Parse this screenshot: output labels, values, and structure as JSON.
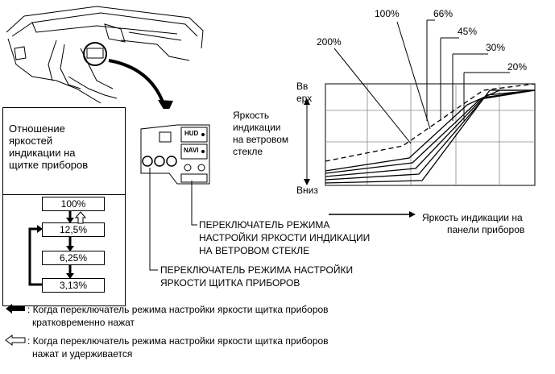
{
  "ratio_panel": {
    "title_lines": [
      "Отношение",
      "яркостей",
      "индикации на",
      "щитке приборов"
    ],
    "steps": [
      "100%",
      "12,5%",
      "6,25%",
      "3,13%"
    ]
  },
  "switch_panel": {
    "hud": "HUD",
    "navi": "NAVI"
  },
  "callouts": {
    "hud_switch_lines": [
      "ПЕРЕКЛЮЧАТЕЛЬ РЕЖИМА",
      "НАСТРОЙКИ ЯРКОСТИ ИНДИКАЦИИ",
      "НА ВЕТРОВОМ СТЕКЛЕ"
    ],
    "panel_switch_lines": [
      "ПЕРЕКЛЮЧАТЕЛЬ РЕЖИМА НАСТРОЙКИ",
      "ЯРКОСТИ ЩИТКА ПРИБОРОВ"
    ]
  },
  "legend": {
    "filled_arrow_lines": [
      ": Когда переключатель режима настройки яркости щитка приборов",
      "кратковременно нажат"
    ],
    "hollow_arrow_lines": [
      ": Когда переключатель режима настройки яркости щитка приборов",
      "нажат и удерживается"
    ]
  },
  "chart_data": {
    "type": "line",
    "ylabel_lines": [
      "Яркость",
      "индикации",
      "на ветровом",
      "стекле"
    ],
    "y_top_lines": [
      "Вв",
      "ерх"
    ],
    "y_bottom": "Вниз",
    "xlabel_lines": [
      "Яркость индикации на",
      "панели приборов"
    ],
    "grid": true,
    "series": [
      {
        "name": "100%",
        "dashed": true
      },
      {
        "name": "200%",
        "dashed": false
      },
      {
        "name": "66%",
        "dashed": false
      },
      {
        "name": "45%",
        "dashed": false
      },
      {
        "name": "30%",
        "dashed": false
      },
      {
        "name": "20%",
        "dashed": false
      }
    ]
  }
}
